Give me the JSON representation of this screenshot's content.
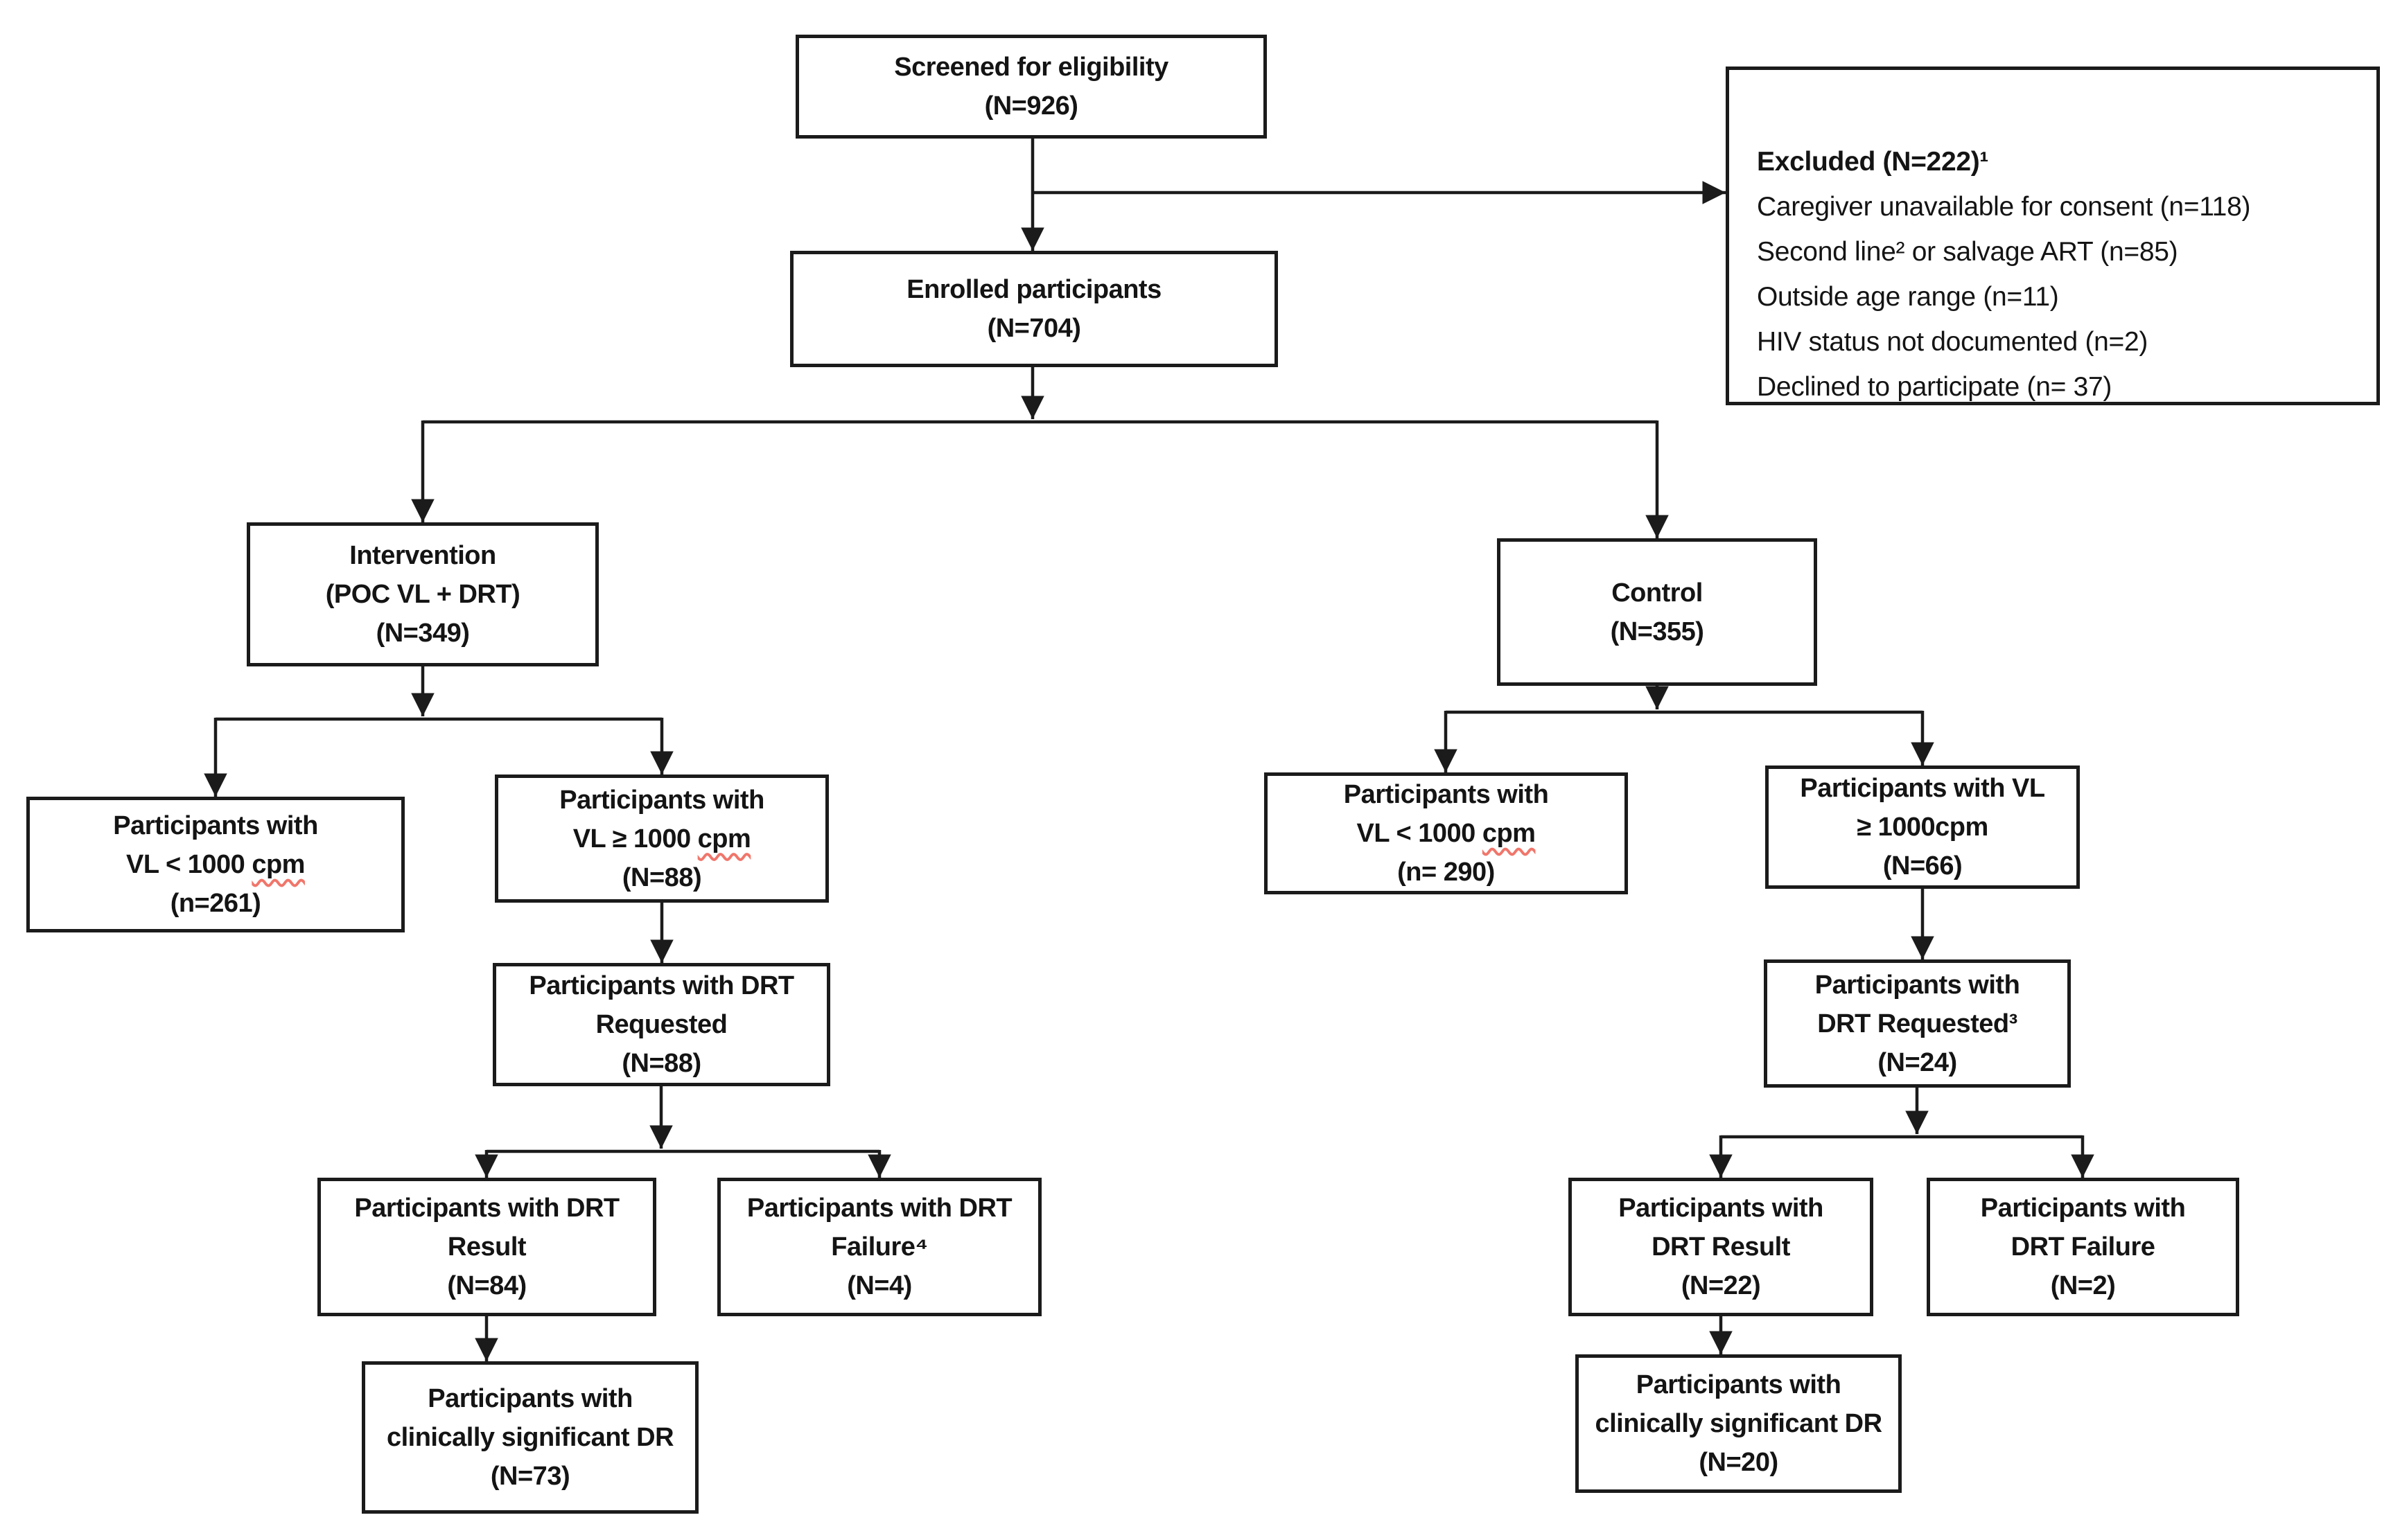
{
  "colors": {
    "box_border": "#1b1b1b",
    "arrow": "#1b1b1b",
    "spellcheck_squiggle": "#f0766b"
  },
  "nodes": {
    "screened": {
      "l1": "Screened for eligibility",
      "l2": "(N=926)"
    },
    "excluded": {
      "title": "Excluded (N=222)¹",
      "items": [
        "Caregiver unavailable for consent (n=118)",
        "Second line² or salvage ART (n=85)",
        "Outside age range (n=11)",
        "HIV status not documented (n=2)",
        "Declined to participate (n= 37)"
      ]
    },
    "enrolled": {
      "l1": "Enrolled participants",
      "l2": "(N=704)"
    },
    "intervention": {
      "l1": "Intervention",
      "l2": "(POC VL + DRT)",
      "l3": "(N=349)"
    },
    "control": {
      "l1": "Control",
      "l2": "(N=355)"
    },
    "int_vl_low": {
      "l1": "Participants with",
      "l2_pre": "VL < 1000 ",
      "l2_sq": "cpm",
      "l3": "(n=261)"
    },
    "int_vl_high": {
      "l1": "Participants with",
      "l2_pre": "VL ≥ 1000 ",
      "l2_sq": "cpm",
      "l3": "(N=88)"
    },
    "int_drt_req": {
      "l1": "Participants with DRT",
      "l2": "Requested",
      "l3": "(N=88)"
    },
    "int_drt_result": {
      "l1": "Participants with DRT",
      "l2": "Result",
      "l3": "(N=84)"
    },
    "int_drt_fail": {
      "l1": "Participants with DRT",
      "l2": "Failure⁴",
      "l3": "(N=4)"
    },
    "int_sig_dr": {
      "l1": "Participants with",
      "l2": "clinically significant DR",
      "l3": "(N=73)"
    },
    "ctl_vl_low": {
      "l1": "Participants with",
      "l2_pre": "VL < 1000 ",
      "l2_sq": "cpm",
      "l3": "(n= 290)"
    },
    "ctl_vl_high": {
      "l1": "Participants with VL",
      "l2": "≥ 1000cpm",
      "l3": "(N=66)"
    },
    "ctl_drt_req": {
      "l1": "Participants with",
      "l2": "DRT Requested³",
      "l3": "(N=24)"
    },
    "ctl_drt_result": {
      "l1": "Participants with",
      "l2": "DRT Result",
      "l3": "(N=22)"
    },
    "ctl_drt_fail": {
      "l1": "Participants with",
      "l2": "DRT Failure",
      "l3": "(N=2)"
    },
    "ctl_sig_dr": {
      "l1": "Participants with",
      "l2": "clinically significant DR",
      "l3": "(N=20)"
    }
  }
}
